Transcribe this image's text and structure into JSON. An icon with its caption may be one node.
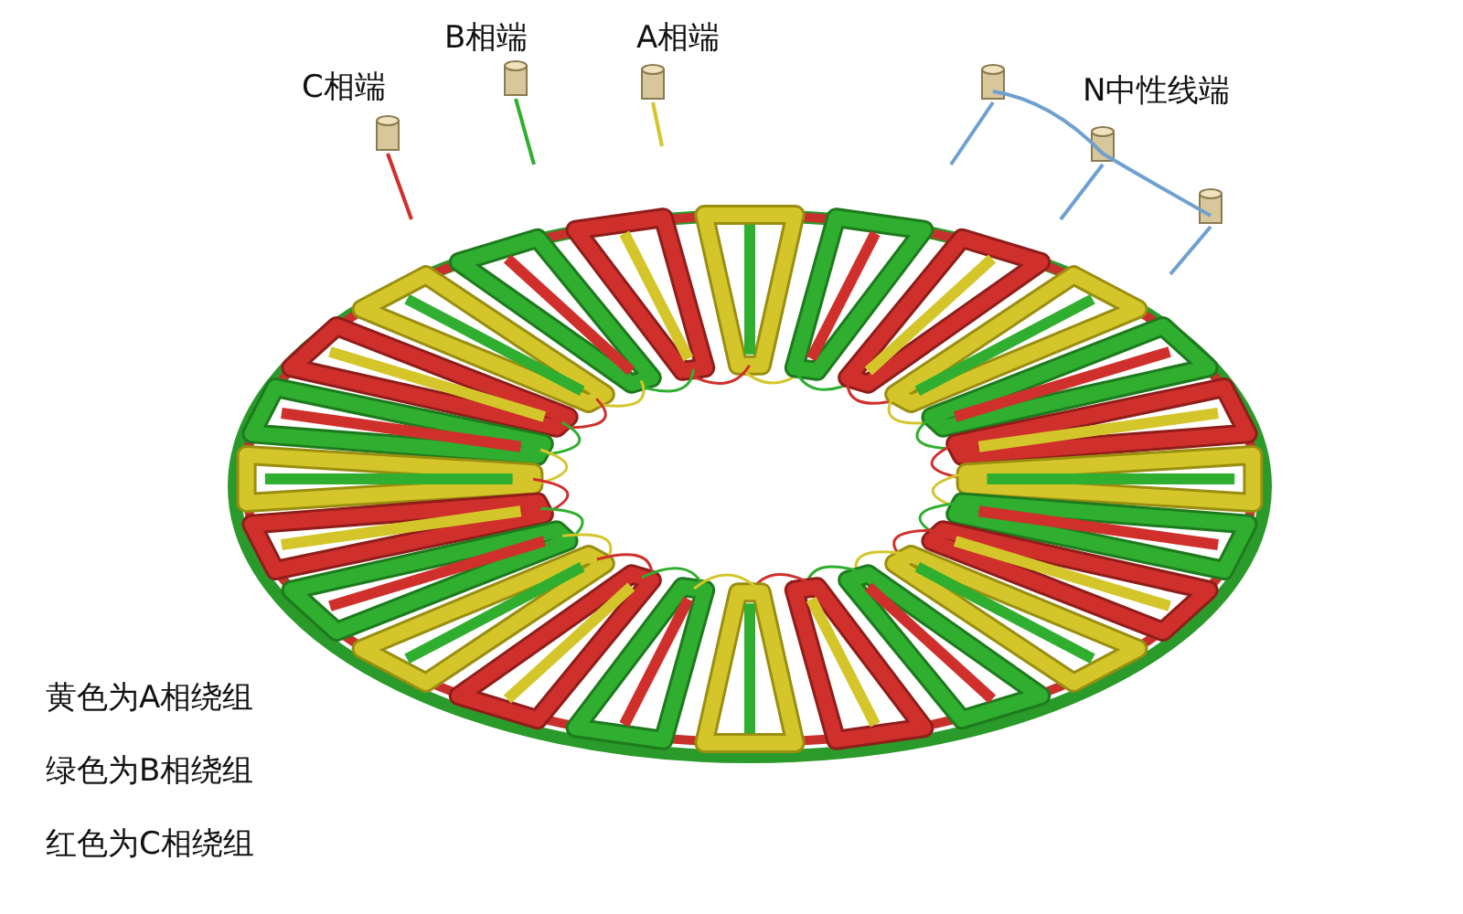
{
  "diagram": {
    "labels": [
      "C相端",
      "B相端",
      "A相端",
      "N中性线端",
      "黄色为A相绕组",
      "绿色为B相绕组",
      "红色为C相绕组"
    ]
  }
}
